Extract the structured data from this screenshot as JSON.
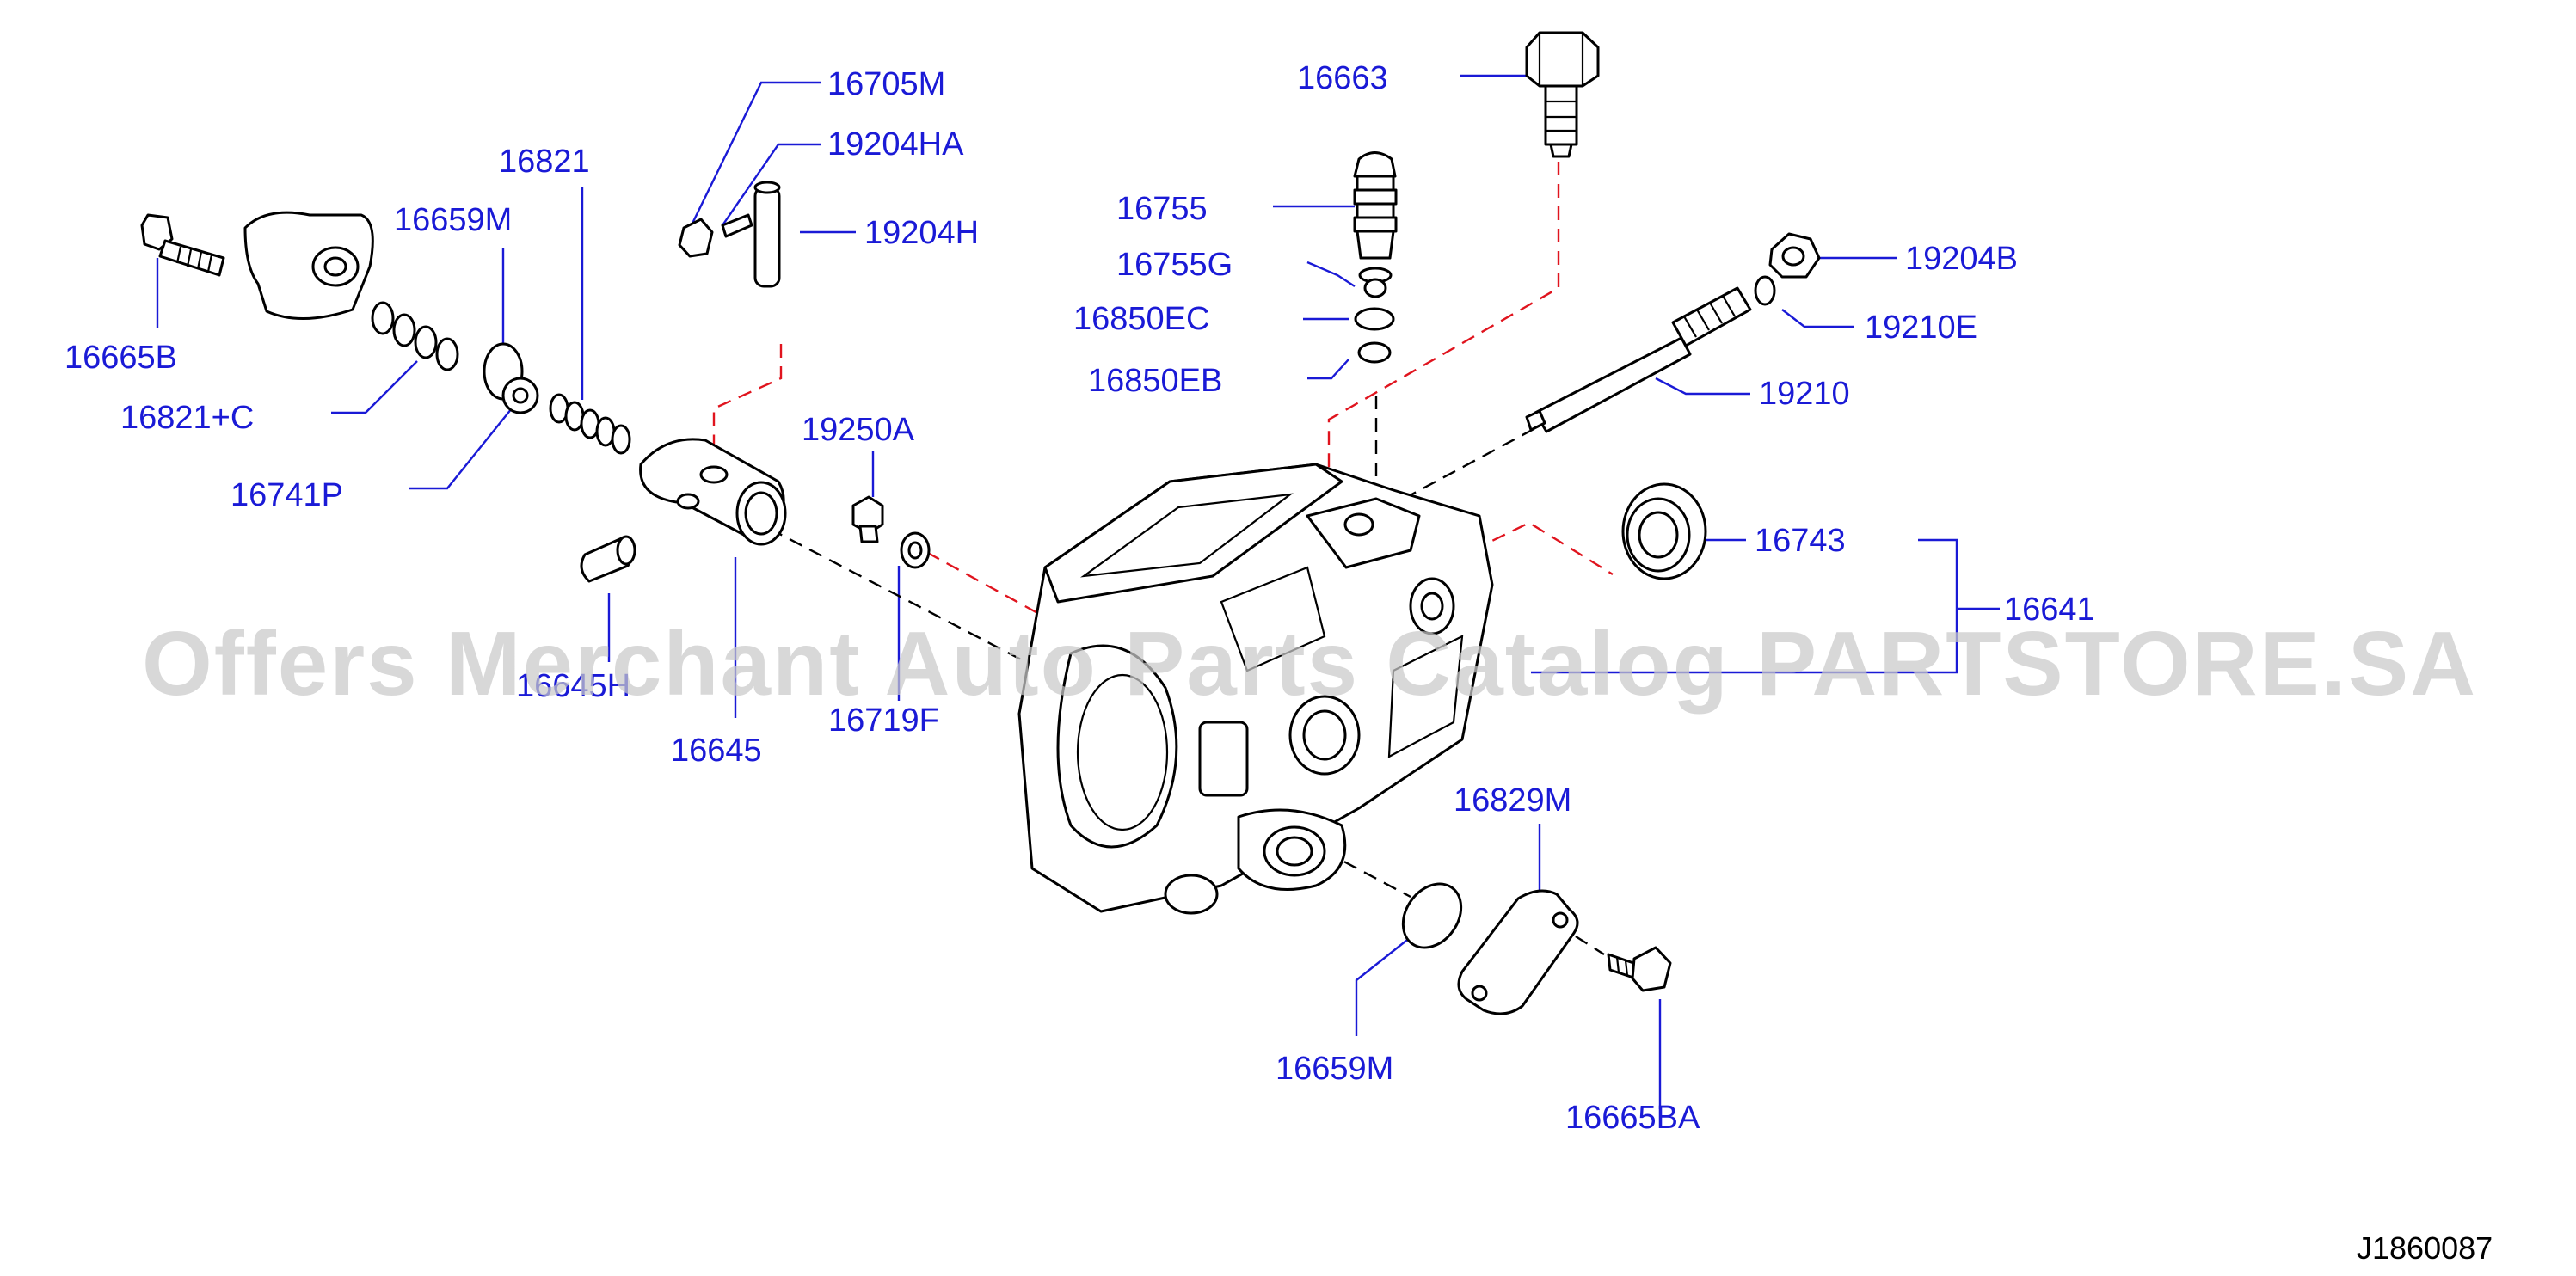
{
  "diagram": {
    "callouts": {
      "p16705M": "16705M",
      "p19204HA": "19204HA",
      "p19204H": "19204H",
      "p16821": "16821",
      "p16659M_top": "16659M",
      "p16665B": "16665B",
      "p16821C": "16821+C",
      "p16741P": "16741P",
      "p19250A": "19250A",
      "p16645H": "16645H",
      "p16645": "16645",
      "p16719F": "16719F",
      "p16663": "16663",
      "p16755": "16755",
      "p16755G": "16755G",
      "p16850EC": "16850EC",
      "p16850EB": "16850EB",
      "p19204B": "19204B",
      "p19210E": "19210E",
      "p19210": "19210",
      "p16743": "16743",
      "p16641": "16641",
      "p16829M": "16829M",
      "p16659M_bottom": "16659M",
      "p16665BA": "16665BA"
    },
    "diagram_code": "J1860087",
    "watermark": "Offers Merchant Auto Parts Catalog PARTSTORE.SA",
    "colors": {
      "label": "#1a1ad6",
      "linework": "#000000",
      "red_dash": "#e0141e",
      "watermark": "#c9c9c9",
      "background": "#ffffff"
    }
  }
}
